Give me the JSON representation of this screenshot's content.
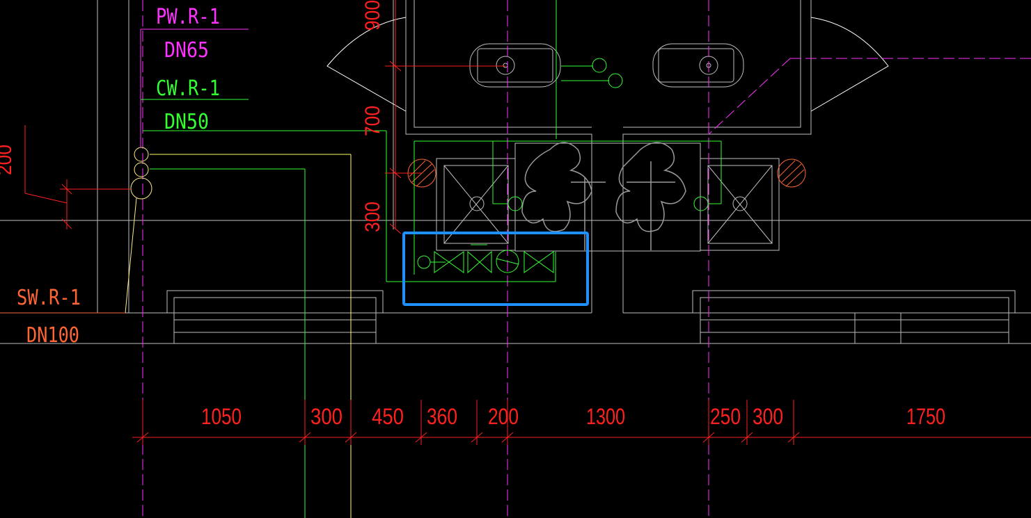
{
  "colors": {
    "background": "#000000",
    "white": "#ffffff",
    "grey": "#bfbfbf",
    "red": "#ff2020",
    "green": "#33ff33",
    "magenta": "#ff33ff",
    "yellow": "#ffff66",
    "orange": "#ff6633",
    "highlight": "#1e90ff"
  },
  "pipe_labels": {
    "pw": {
      "name": "PW.R-1",
      "size": "DN65"
    },
    "cw": {
      "name": "CW.R-1",
      "size": "DN50"
    },
    "sw": {
      "name": "SW.R-1",
      "size": "DN100"
    }
  },
  "vertical_dims": [
    "900",
    "700",
    "300",
    "200"
  ],
  "bottom_dims": [
    "1050",
    "300",
    "450",
    "360",
    "200",
    "1300",
    "250",
    "300",
    "1750"
  ]
}
